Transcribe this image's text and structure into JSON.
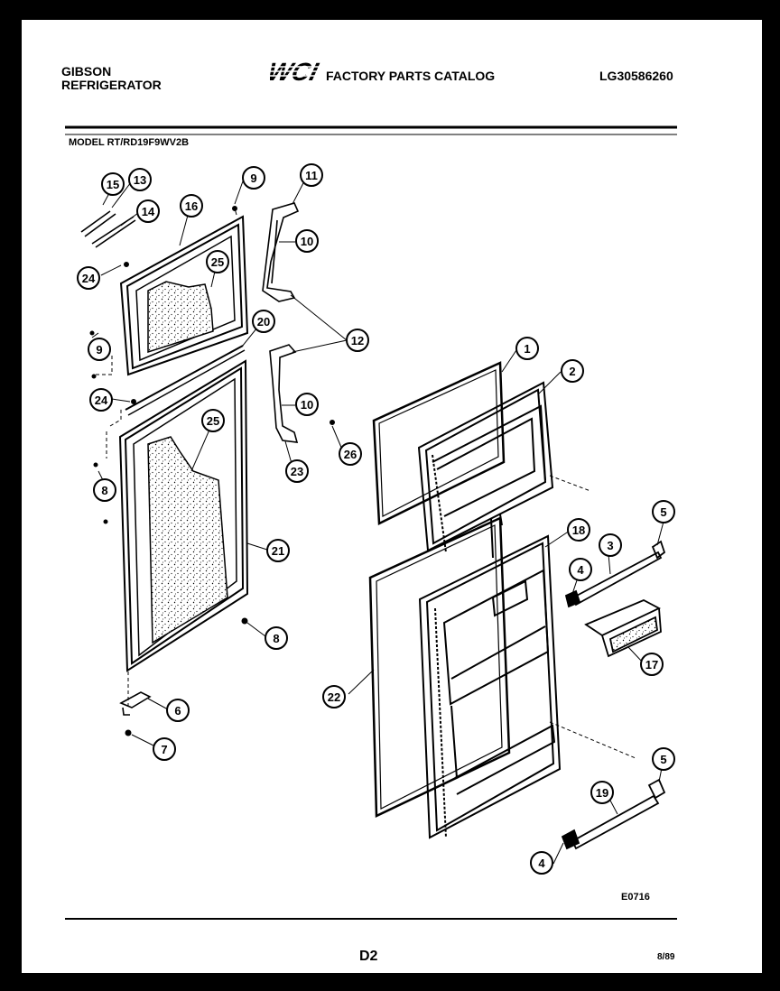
{
  "header": {
    "brand_line1": "GIBSON",
    "brand_line2": "REFRIGERATOR",
    "logo_text": "WCI",
    "catalog_title": "FACTORY PARTS CATALOG",
    "catalog_number": "LG30586260"
  },
  "model": "MODEL RT/RD19F9WV2B",
  "callouts": {
    "c15": "15",
    "c13": "13",
    "c14": "14",
    "c16": "16",
    "c9a": "9",
    "c11": "11",
    "c10a": "10",
    "c24a": "24",
    "c25a": "25",
    "c12": "12",
    "c9b": "9",
    "c20": "20",
    "c1": "1",
    "c2": "2",
    "c24b": "24",
    "c10b": "10",
    "c25b": "25",
    "c26": "26",
    "c8a": "8",
    "c23": "23",
    "c18": "18",
    "c5a": "5",
    "c3": "3",
    "c4a": "4",
    "c21": "21",
    "c17": "17",
    "c8b": "8",
    "c22": "22",
    "c6": "6",
    "c7": "7",
    "c5b": "5",
    "c19": "19",
    "c4b": "4"
  },
  "footer": {
    "ref_code": "E0716",
    "page_number": "D2",
    "date_code": "8/89"
  },
  "colors": {
    "ink": "#000000",
    "paper": "#ffffff"
  }
}
